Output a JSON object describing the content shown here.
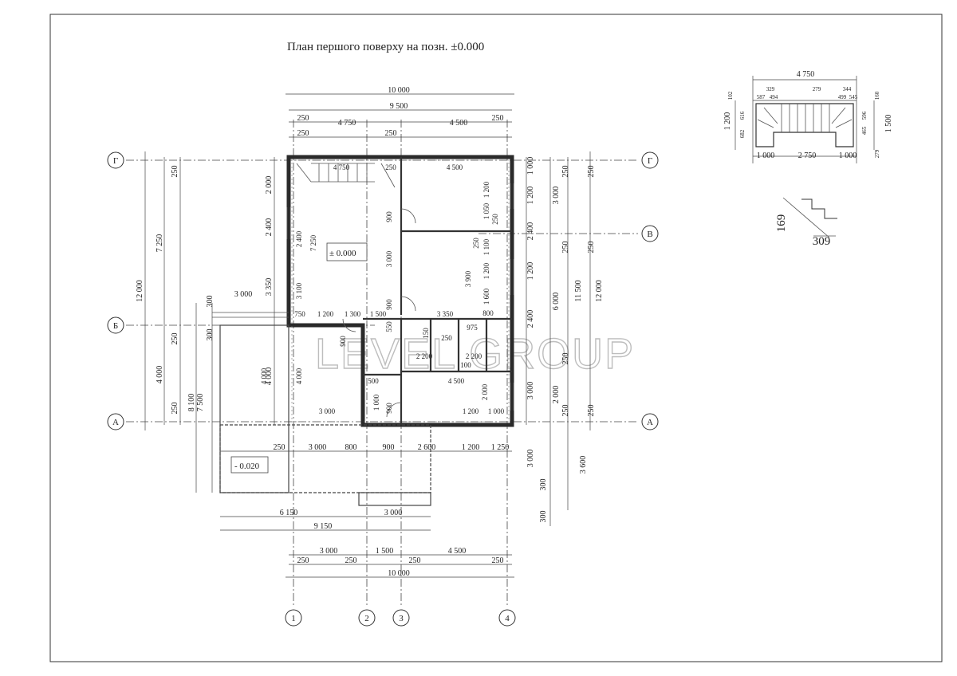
{
  "title": "План першого поверху на позн. ±0.000",
  "watermark": "LEVEL GROUP",
  "axes": {
    "letters": [
      "Г",
      "В",
      "Б",
      "А"
    ],
    "numbers": [
      "1",
      "2",
      "3",
      "4"
    ]
  },
  "levels": {
    "main": "± 0.000",
    "terrace": "- 0.020"
  },
  "dims_top": [
    "10 000",
    "9 500",
    "250",
    "4 750",
    "250",
    "4 500",
    "250",
    "250"
  ],
  "dims_bottom": [
    "250",
    "3 000",
    "800",
    "900",
    "2 600",
    "1 200",
    "1 250",
    "6 150",
    "9 150",
    "3 000",
    "3 000",
    "1 500",
    "4 500",
    "250",
    "250",
    "250",
    "250",
    "10 000"
  ],
  "dims_left": [
    "12 000",
    "7 250",
    "250",
    "4 000",
    "250",
    "8 100",
    "7 500",
    "300",
    "300",
    "3 000",
    "3 350",
    "2 000",
    "2 400",
    "4 000",
    "250"
  ],
  "dims_right": [
    "250",
    "250",
    "11 500",
    "12 000",
    "3 000",
    "6 000",
    "3 000",
    "1 000",
    "1 200",
    "2 400",
    "2 400",
    "1 200",
    "2 000",
    "250",
    "250",
    "3 000",
    "3 600",
    "300",
    "300",
    "250",
    "250",
    "250"
  ],
  "dims_inner": [
    "4 750",
    "250",
    "4 500",
    "2 400",
    "7 250",
    "3 100",
    "3 000",
    "900",
    "900",
    "900",
    "1 200",
    "1 300",
    "1 500",
    "750",
    "3 350",
    "3 900",
    "1 600",
    "1 200",
    "1 100",
    "1 050",
    "1 200",
    "250",
    "250",
    "800",
    "2 200",
    "2 200",
    "900",
    "500",
    "4 500",
    "2 000",
    "1 200",
    "1 000",
    "1 000",
    "4 000",
    "4 000",
    "3 000",
    "975",
    "250",
    "100",
    "150",
    "550"
  ],
  "stair_detail": {
    "top": "4 750",
    "sub": [
      "329",
      "279",
      "344",
      "587",
      "494",
      "499",
      "545"
    ],
    "left": [
      "1 200",
      "102",
      "682",
      "616"
    ],
    "right": [
      "1 500",
      "160",
      "465",
      "596",
      "279"
    ],
    "bottom": [
      "1 000",
      "2 750",
      "1 000"
    ]
  },
  "step_detail": {
    "rise": "169",
    "tread": "309"
  }
}
